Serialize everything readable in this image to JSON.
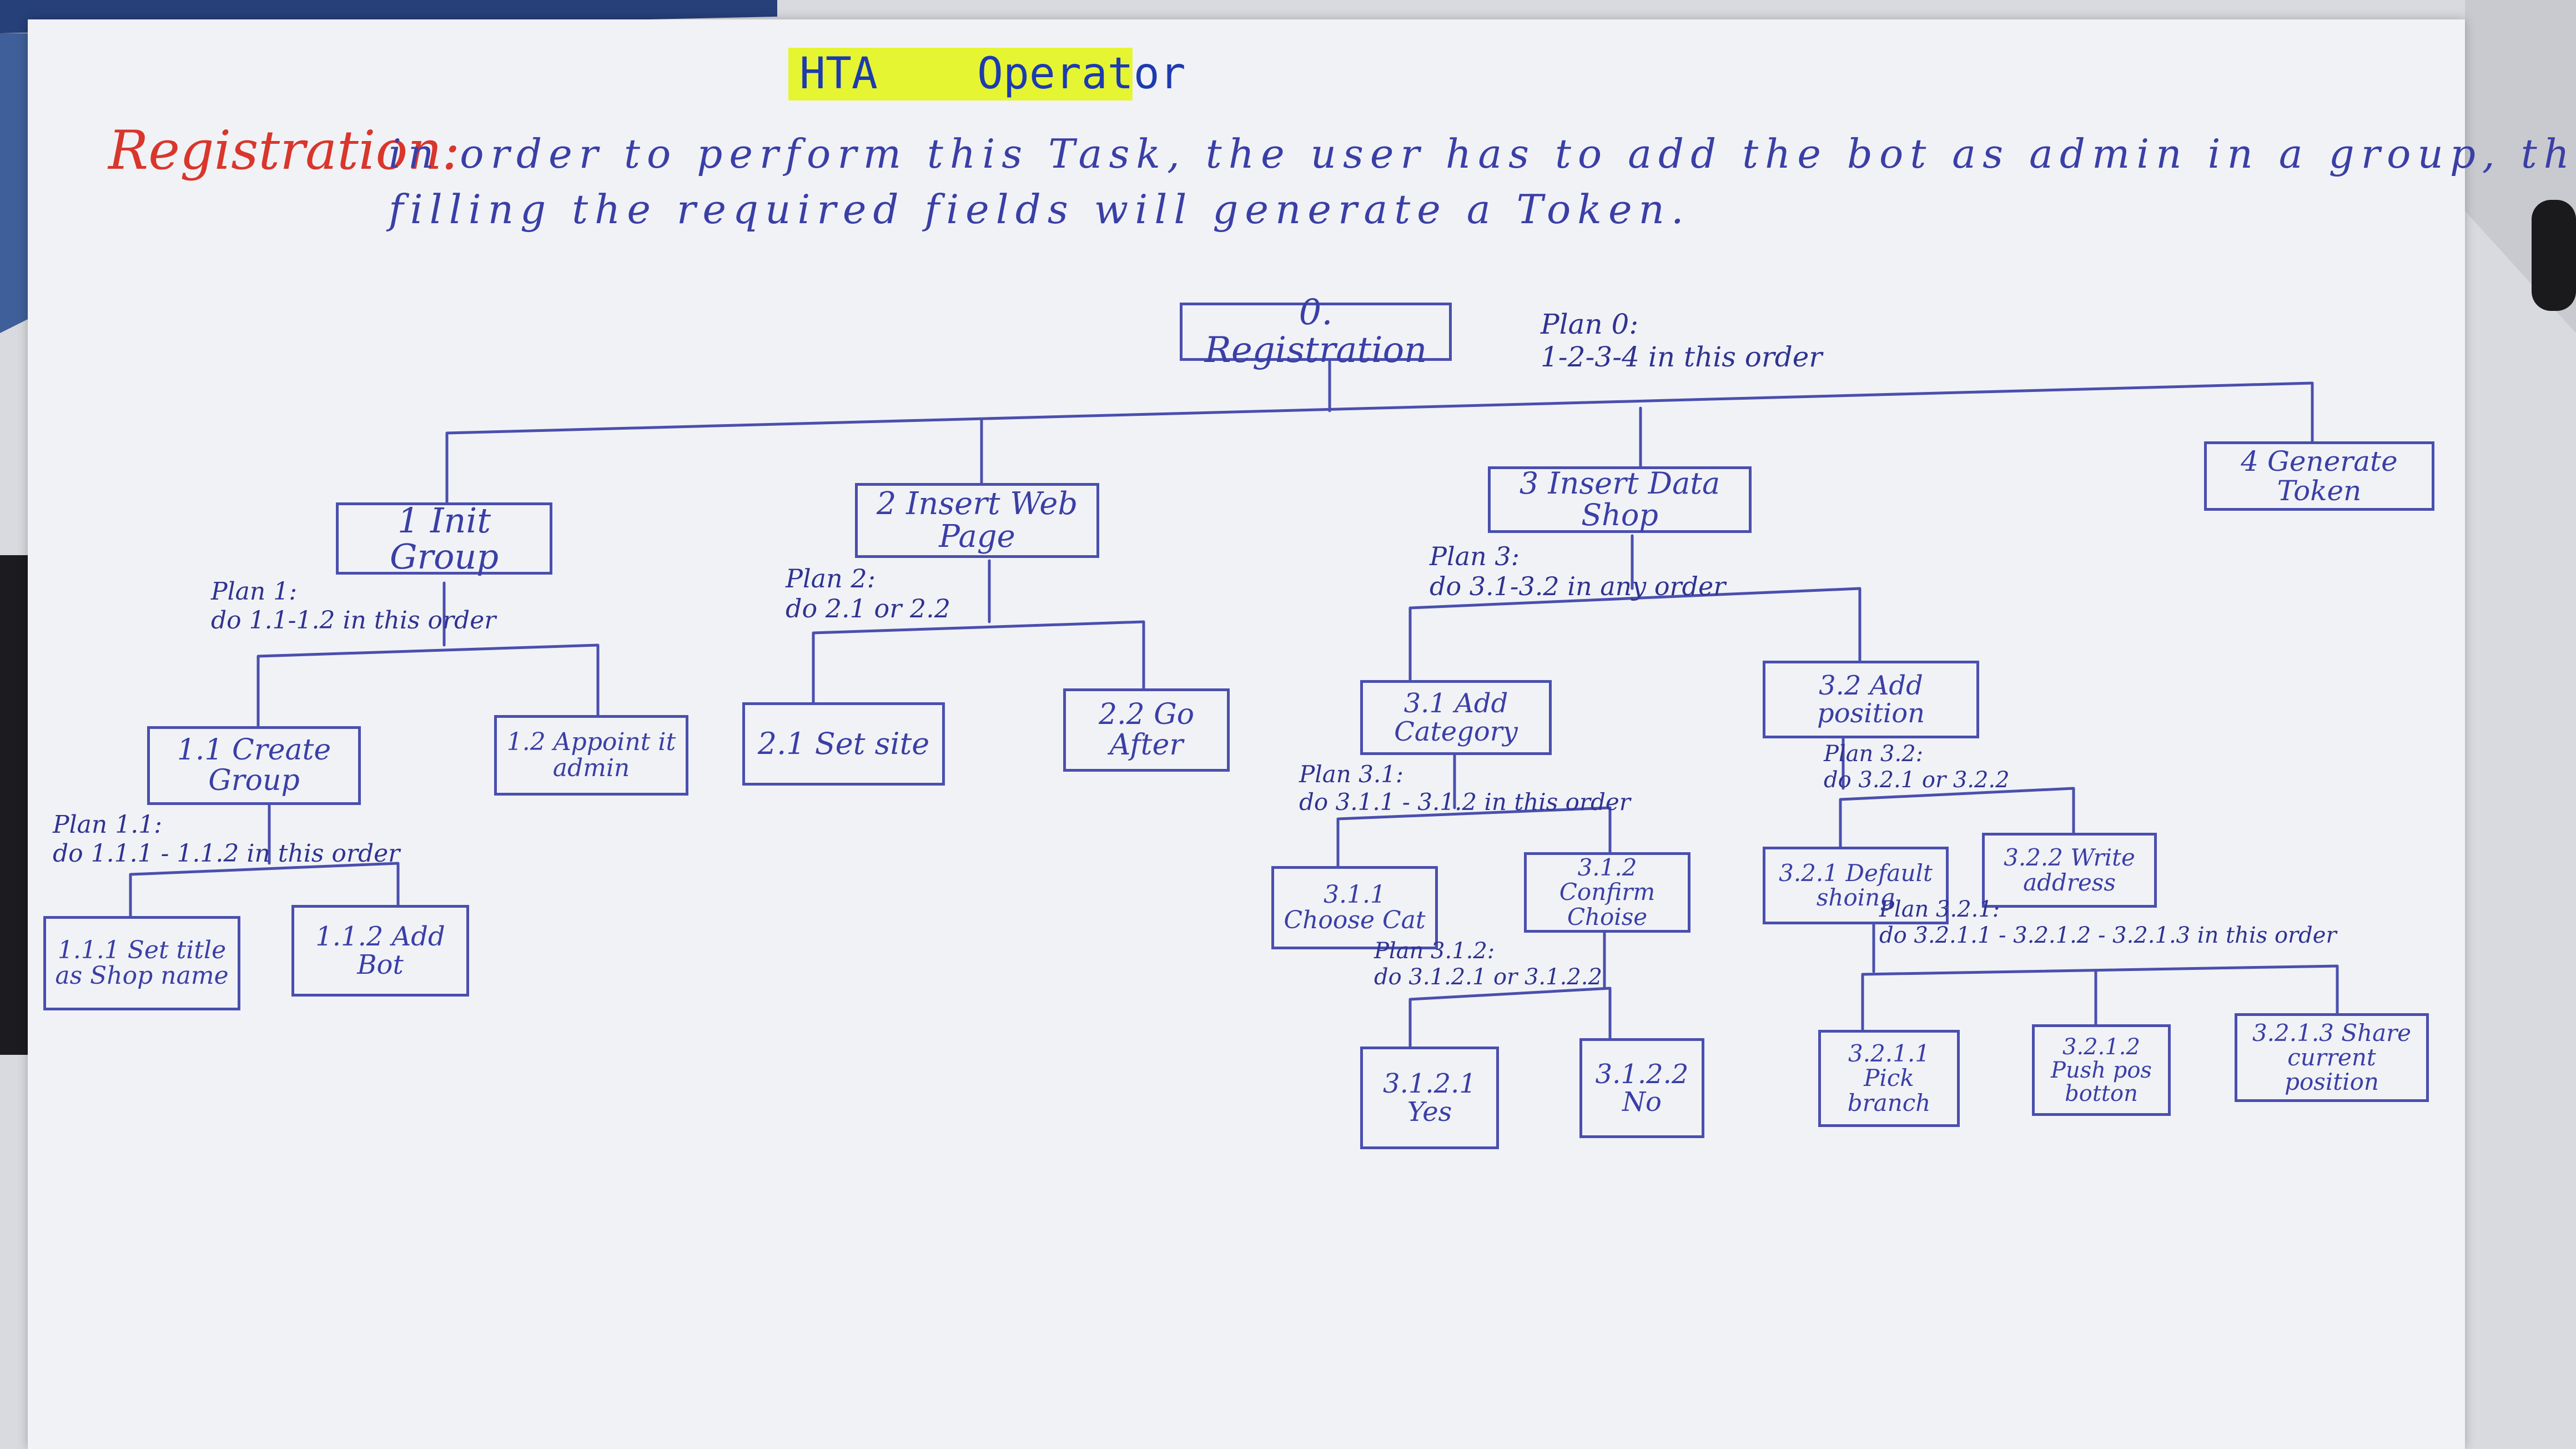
{
  "title": {
    "hta": "HTA",
    "operator": "Operator"
  },
  "intro": {
    "label": "Registration:",
    "line1": "in order to perform this Task, the user has to add the bot as admin in a group, then,",
    "line2": "filling the required fields will generate a Token."
  },
  "nodes": {
    "n0": "0. Registration",
    "n1": "1 Init Group",
    "n2": "2 Insert Web Page",
    "n3": "3 Insert Data Shop",
    "n4": "4 Generate Token",
    "n1_1": "1.1 Create Group",
    "n1_2": "1.2 Appoint it admin",
    "n1_1_1": "1.1.1 Set title as Shop name",
    "n1_1_2": "1.1.2 Add Bot",
    "n2_1": "2.1 Set site",
    "n2_2": "2.2 Go After",
    "n3_1": "3.1 Add Category",
    "n3_2": "3.2 Add position",
    "n3_1_1": "3.1.1 Choose Cat",
    "n3_1_2": "3.1.2 Confirm Choise",
    "n3_1_2_1": "3.1.2.1 Yes",
    "n3_1_2_2": "3.1.2.2 No",
    "n3_2_1": "3.2.1 Default shoing",
    "n3_2_2": "3.2.2 Write address",
    "n3_2_1_1": "3.2.1.1 Pick branch",
    "n3_2_1_2": "3.2.1.2 Push pos botton",
    "n3_2_1_3": "3.2.1.3 Share current position"
  },
  "plans": {
    "p0": {
      "title": "Plan 0:",
      "text": "1-2-3-4 in this order"
    },
    "p1": {
      "title": "Plan 1:",
      "text": "do 1.1-1.2 in this order"
    },
    "p2": {
      "title": "Plan 2:",
      "text": "do 2.1 or 2.2"
    },
    "p3": {
      "title": "Plan 3:",
      "text": "do 3.1-3.2 in any order"
    },
    "p1_1": {
      "title": "Plan 1.1:",
      "text": "do 1.1.1 - 1.1.2 in this order"
    },
    "p3_1": {
      "title": "Plan 3.1:",
      "text": "do 3.1.1 - 3.1.2 in this order"
    },
    "p3_2": {
      "title": "Plan 3.2:",
      "text": "do 3.2.1 or 3.2.2"
    },
    "p3_1_2": {
      "title": "Plan 3.1.2:",
      "text": "do 3.1.2.1 or 3.1.2.2"
    },
    "p3_2_1": {
      "title": "Plan 3.2.1:",
      "text": "do 3.2.1.1 - 3.2.1.2 - 3.2.1.3 in this order"
    }
  },
  "colors": {
    "ink": "#3a3fa6",
    "highlight": "#e6f531",
    "label_red": "#d9362c",
    "paper": "#f1f2f6"
  }
}
